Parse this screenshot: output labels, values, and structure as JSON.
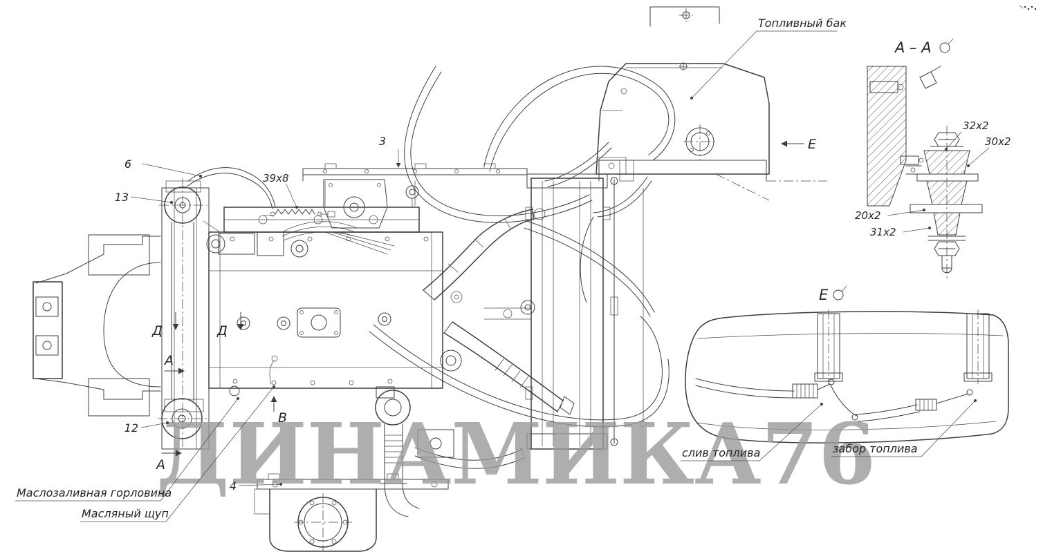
{
  "page": {
    "watermark": "ДИНАМИКА76"
  },
  "callouts": {
    "c6": "6",
    "c13": "13",
    "c12": "12",
    "c4": "4",
    "c3": "3"
  },
  "dimensions": {
    "d39x8": "39х8",
    "d32x2": "32х2",
    "d30x2": "30х2",
    "d20x2": "20х2",
    "d31x2": "31х2"
  },
  "view_markers": {
    "a": "А",
    "b": "В",
    "d": "Д",
    "e": "Е"
  },
  "view_titles": {
    "section_aa": "А – А",
    "view_e": "Е"
  },
  "part_labels": {
    "fuel_tank": "Топливный бак",
    "oil_filler_neck": "Маслозаливная горловина",
    "oil_dipstick": "Масляный щуп",
    "fuel_drain": "слив топлива",
    "fuel_intake": "забор топлива"
  }
}
